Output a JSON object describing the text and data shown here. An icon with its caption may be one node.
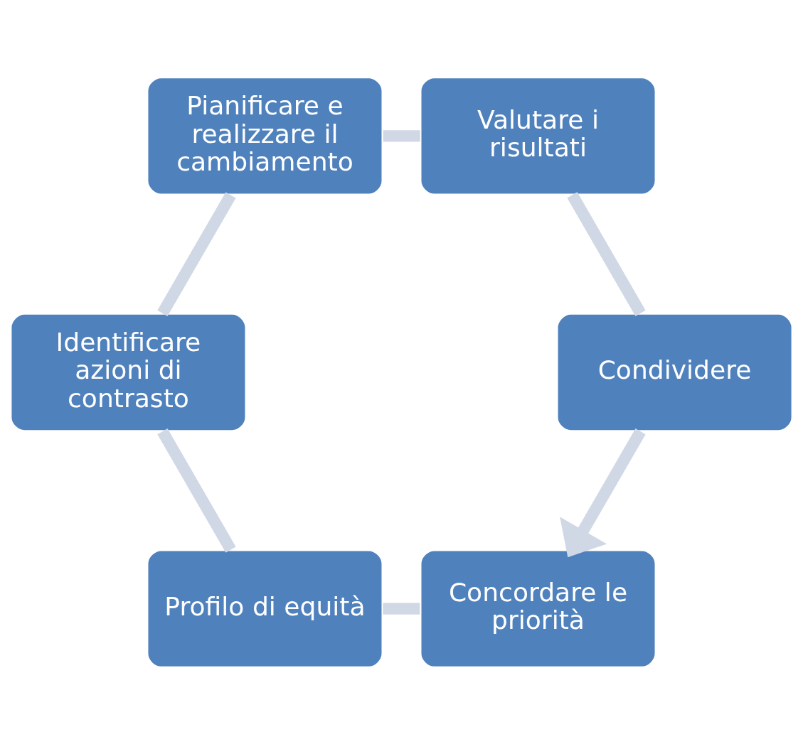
{
  "diagram": {
    "nodes": [
      {
        "text": [
          "Concordare le priorità"
        ]
      },
      {
        "text": [
          "Profilo di equità"
        ]
      },
      {
        "text": [
          "Identificare azioni di contrasto"
        ]
      },
      {
        "text": [
          "Pianificare e realizzare il cambiamento"
        ]
      },
      {
        "text": [
          "Valutare i risultati"
        ]
      },
      {
        "text": [
          "Condividere"
        ]
      }
    ],
    "edges": [
      {
        "from": 0,
        "to": 1,
        "arrow": "none",
        "color": "#d0d8e6"
      },
      {
        "from": 1,
        "to": 2,
        "arrow": "none",
        "color": "#d0d8e6"
      },
      {
        "from": 2,
        "to": 3,
        "arrow": "none",
        "color": "#d0d8e6"
      },
      {
        "from": 3,
        "to": 4,
        "arrow": "none",
        "color": "#d0d8e6"
      },
      {
        "from": 4,
        "to": 5,
        "arrow": "none",
        "color": "#d0d8e6"
      },
      {
        "from": 5,
        "to": 0,
        "arrow": "to",
        "color": "#d0d8e6"
      }
    ]
  }
}
